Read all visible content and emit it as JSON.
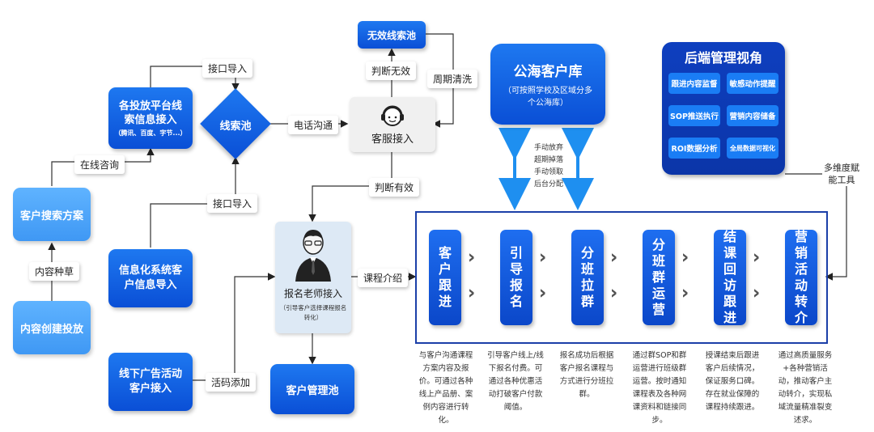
{
  "nodes": {
    "content_create": "内容创建投放",
    "content_seed": "内容种草",
    "customer_search": "客户搜索方案",
    "online_consult": "在线咨询",
    "platform_title": "各投放平台线索信息接入",
    "platform_sub": "（腾讯、百度、字节...）",
    "api_import_top": "接口导入",
    "api_import_bottom": "接口导入",
    "lead_pool": "线索池",
    "phone_comm": "电话沟通",
    "info_system": "信息化系统客户信息导入",
    "offline_ad": "线下广告活动客户接入",
    "wechat_add": "活码添加",
    "invalid_pool": "无效线索池",
    "judge_invalid": "判断无效",
    "periodic_clean": "周期清洗",
    "service_access": "客服接入",
    "judge_valid": "判断有效",
    "teacher_access": "报名老师接入",
    "teacher_sub": "（引导客户选择课程报名转化）",
    "course_intro": "课程介绍",
    "customer_mgmt_pool": "客户管理池",
    "public_pool_title": "公海客户库",
    "public_pool_sub": "（可按照学校及区域分多个公海库）",
    "pool_actions": [
      "手动放弃",
      "超期掉落",
      "手动领取",
      "后台分配"
    ],
    "backend_title": "后端管理视角",
    "backend_items": [
      "跟进内容监督",
      "敏感动作提醒",
      "SOP推送执行",
      "营销内容储备",
      "ROI数据分析",
      "全局数据可视化"
    ],
    "multi_tool": "多维度赋能工具"
  },
  "stages": [
    {
      "label": "客户跟进",
      "desc": "与客户沟通课程方案内容及报价。可通过各种线上产品册、案例内容进行转化。"
    },
    {
      "label": "引导报名",
      "desc": "引导客户线上/线下报名付费。可通过各种优惠活动打破客户付款阈值。"
    },
    {
      "label": "分班拉群",
      "desc": "报名成功后根据客户报名课程与方式进行分班拉群。"
    },
    {
      "label": "分班群运营",
      "desc": "通过群SOP和群运营进行班级群运营。按时通知课程表及各种网课资料和链接同步。"
    },
    {
      "label": "结课回访跟进",
      "desc": "授课结束后跟进客户后续情况，保证服务口碑。存在就业保障的课程持续跟进。"
    },
    {
      "label": "营销活动转介",
      "desc": "通过高质量服务+各种营销活动，推动客户主动转介，实现私域流量精准裂变述求。"
    }
  ]
}
